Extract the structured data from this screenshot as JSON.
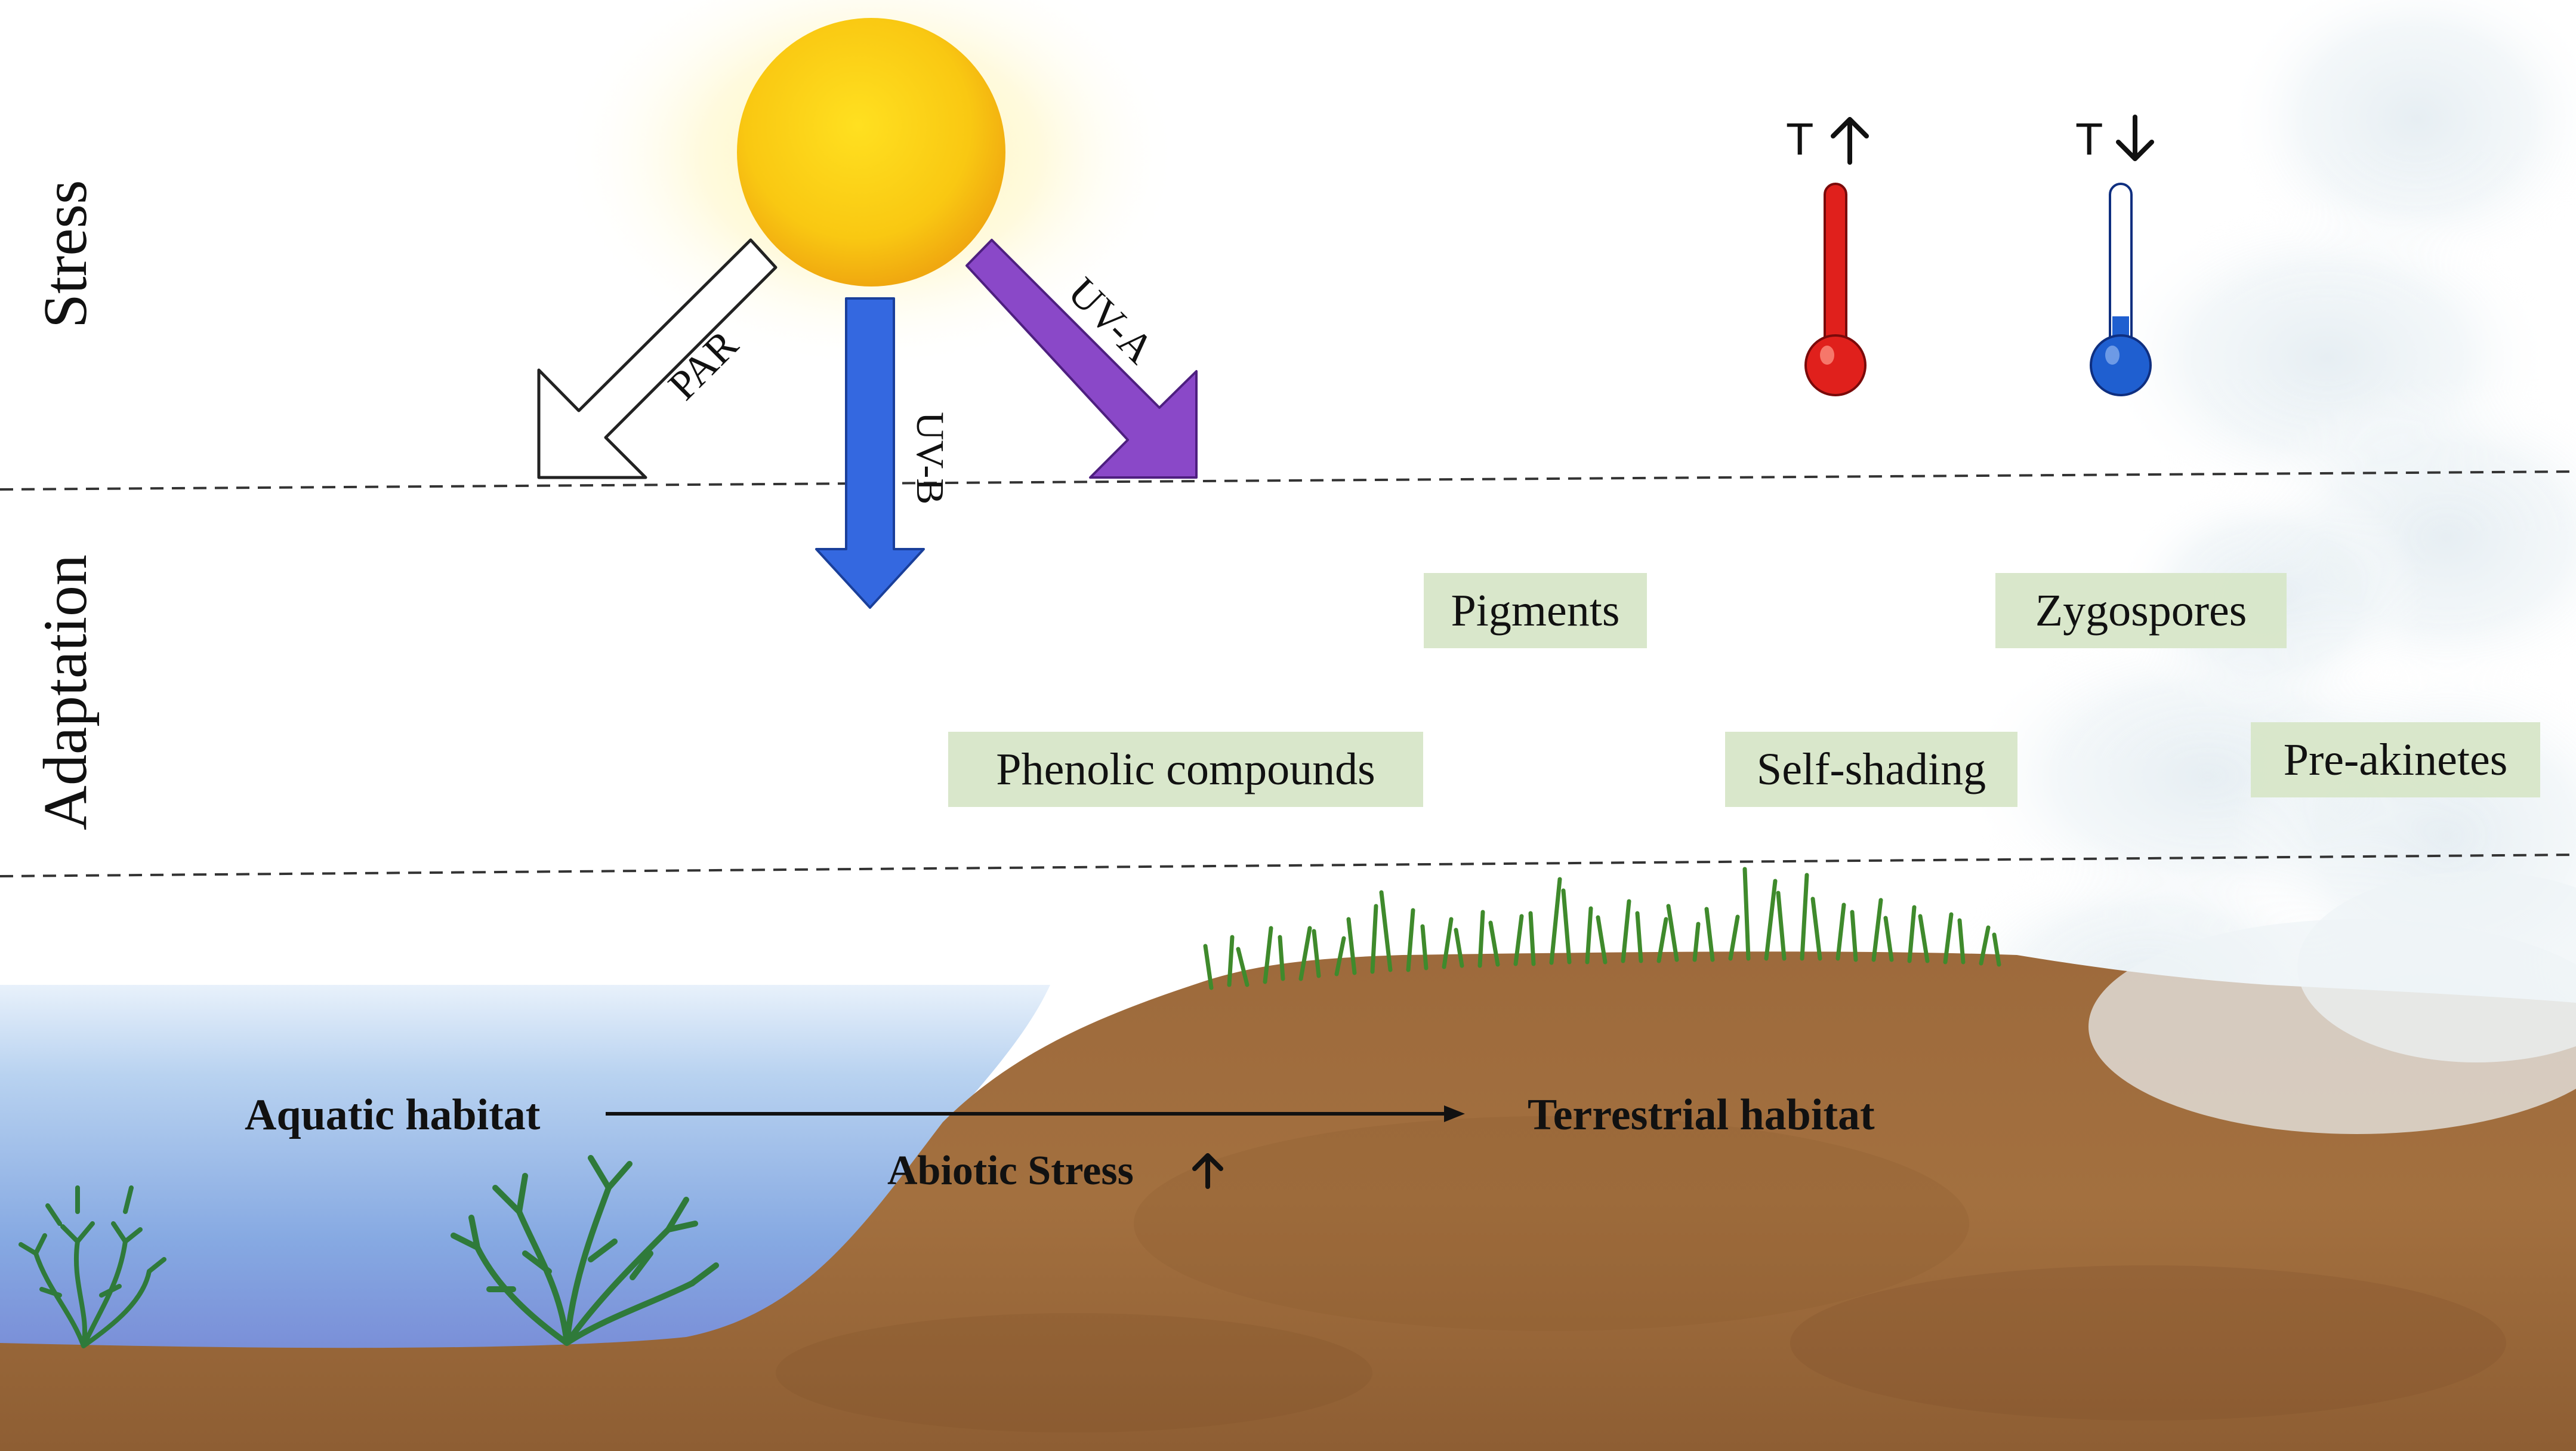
{
  "sections": {
    "stress": "Stress",
    "adaptation": "Adaptation"
  },
  "radiation": {
    "par": "PAR",
    "uvb": "UV-B",
    "uva": "UV-A"
  },
  "temperature": {
    "high": "T",
    "low": "T"
  },
  "adaptations": {
    "pigments": "Pigments",
    "zygospores": "Zygospores",
    "phenolic": "Phenolic compounds",
    "self_shading": "Self-shading",
    "pre_akinetes": "Pre-akinetes"
  },
  "habitats": {
    "aquatic": "Aquatic habitat",
    "terrestrial": "Terrestrial habitat",
    "abiotic": "Abiotic Stress"
  },
  "colors": {
    "sun": "#f7c512",
    "uvb": "#3468e0",
    "uva": "#8a48c8",
    "thermo_hot": "#e0201c",
    "thermo_cold": "#1f5fd0",
    "box": "#d7e6c8",
    "soil": "#9a6a3a",
    "water": "#7fa8e0",
    "grass": "#3f8a2c"
  }
}
